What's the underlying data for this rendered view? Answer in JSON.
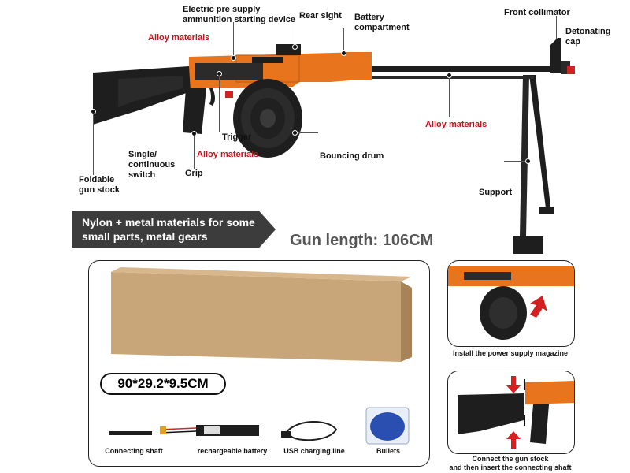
{
  "labels": {
    "electric_supply": "Electric pre supply\nammunition starting device",
    "rear_sight": "Rear sight",
    "battery": "Battery\ncompartment",
    "front_collimator": "Front collimator",
    "detonating_cap": "Detonating\ncap",
    "alloy_top": "Alloy materials",
    "alloy_mid": "Alloy materials",
    "alloy_bottom": "Alloy materials",
    "trigger": "Trigger",
    "single_switch": "Single/\ncontinuous\nswitch",
    "grip": "Grip",
    "foldable_stock": "Foldable\ngun stock",
    "bouncing_drum": "Bouncing drum",
    "support": "Support"
  },
  "banner": "Nylon + metal materials for some\nsmall parts, metal gears",
  "gun_length": "Gun length: 106CM",
  "box_dimensions": "90*29.2*9.5CM",
  "accessories": {
    "connecting_shaft": "Connecting shaft",
    "battery": "rechargeable battery",
    "usb": "USB charging line",
    "bullets": "Bullets"
  },
  "steps": {
    "install_magazine": "Install the power supply magazine",
    "connect_stock": "Connect the gun stock\nand then insert the connecting shaft"
  },
  "colors": {
    "orange": "#e8741d",
    "black": "#1e1e1e",
    "red": "#c4141c",
    "box": "#c9a57a"
  }
}
